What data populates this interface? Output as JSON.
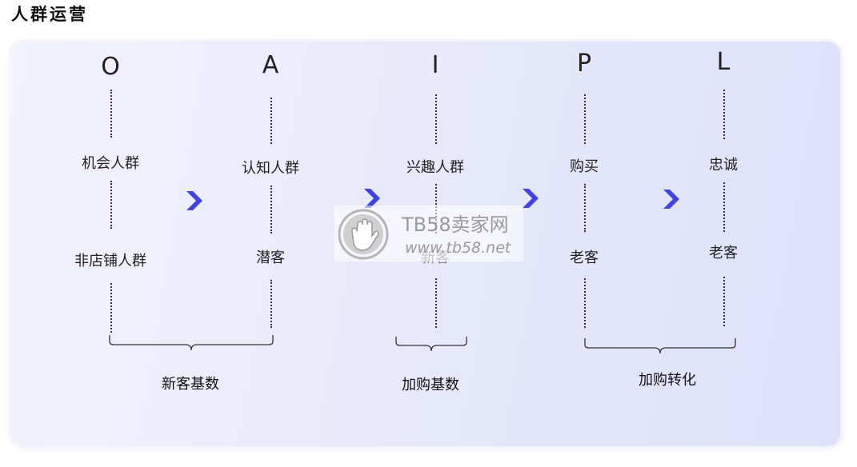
{
  "page": {
    "title": "人群运营"
  },
  "stages": [
    {
      "letter": "O",
      "top_label": "机会人群",
      "bottom_label": "非店铺人群"
    },
    {
      "letter": "A",
      "top_label": "认知人群",
      "bottom_label": "潜客"
    },
    {
      "letter": "I",
      "top_label": "兴趣人群",
      "bottom_label": "新客"
    },
    {
      "letter": "P",
      "top_label": "购买",
      "bottom_label": "老客"
    },
    {
      "letter": "L",
      "top_label": "忠诚",
      "bottom_label": "老客"
    }
  ],
  "groups": [
    {
      "label": "新客基数"
    },
    {
      "label": "加购基数"
    },
    {
      "label": "加购转化"
    }
  ],
  "watermark": {
    "brand": "TB58卖家网",
    "url": "www.tb58.net"
  },
  "colors": {
    "chevron": "#3f43e8",
    "panel_start": "#f2f3fd",
    "panel_end": "#dde1fb"
  },
  "icons": {
    "arrow": "chevron-right-icon",
    "logo": "hand-logo-icon"
  }
}
